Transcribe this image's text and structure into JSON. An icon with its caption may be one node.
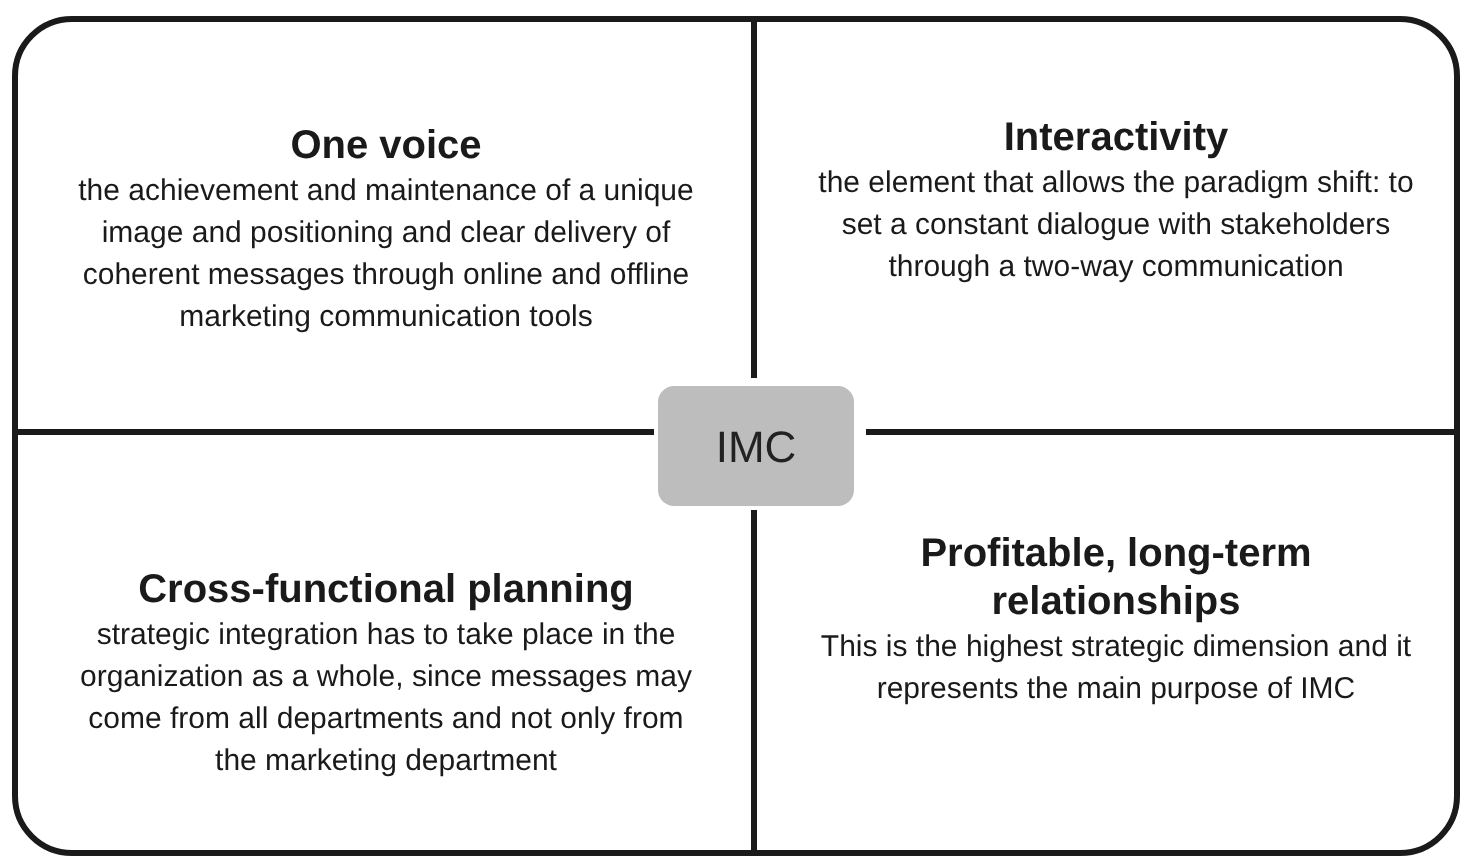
{
  "diagram": {
    "nodes": [
      {
        "text": [],
        "shape": "box"
      },
      {
        "text": [
          "One voice",
          "the achievement and maintenance of a unique image and positioning and clear delivery of coherent messages through online and offline marketing communication tools"
        ],
        "in": 0
      },
      {
        "text": [
          "Interactivity",
          "the element that allows the paradigm shift: to set a constant dialogue with stakeholders through a two-way communication"
        ],
        "in": 0
      },
      {
        "text": [
          "IMC"
        ],
        "in": 0
      },
      {
        "text": [
          "Cross-functional planning",
          "strategic integration has to take place in the organization as a whole, since messages may come from all departments and not only from the marketing department"
        ],
        "in": 0
      },
      {
        "text": [
          "Profitable, long-term relationships",
          "This is the highest strategic dimension and it represents the main purpose of IMC"
        ],
        "in": 0
      }
    ]
  }
}
